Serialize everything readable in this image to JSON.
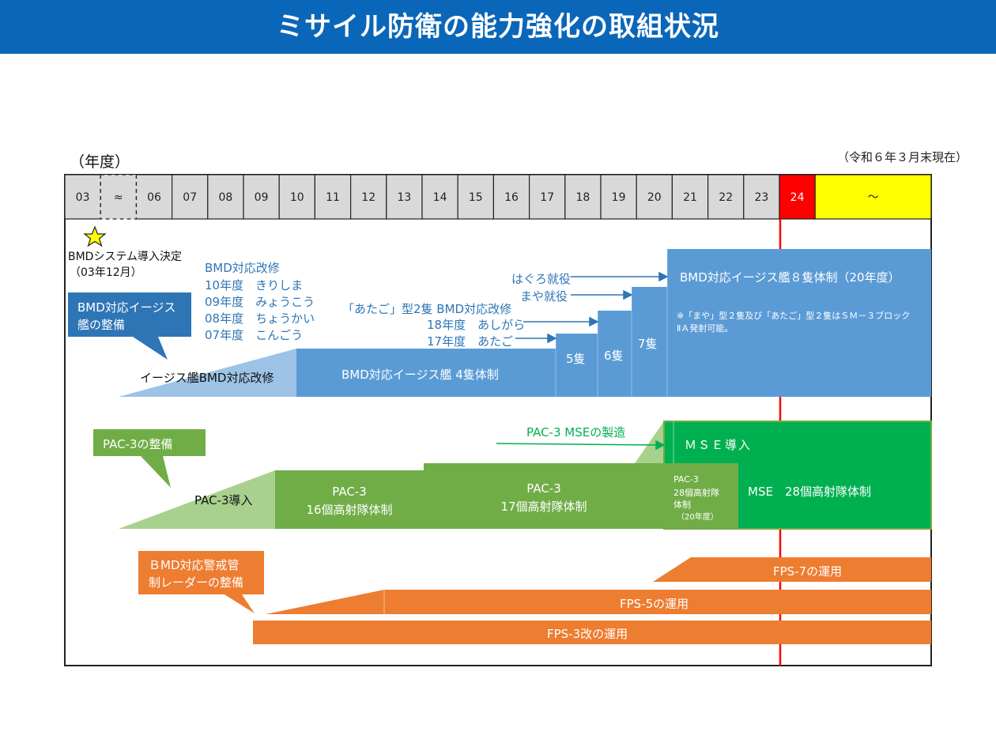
{
  "title": "ミサイル防衛の能力強化の取組状況",
  "unit_label": "（年度）",
  "as_of": "（令和６年３月末現在）",
  "years": [
    "03",
    "≈",
    "06",
    "07",
    "08",
    "09",
    "10",
    "11",
    "12",
    "13",
    "14",
    "15",
    "16",
    "17",
    "18",
    "19",
    "20",
    "21",
    "22",
    "23",
    "24",
    "～"
  ],
  "colors": {
    "header": "#0a66b8",
    "bmd_blue": "#5b9bd5",
    "bmd_text": "#2e75b6",
    "pac_green": "#70ad47",
    "mse_green": "#00b050",
    "radar_orange": "#ed7d31",
    "current_year": "#ff0000",
    "future": "#ffff00"
  },
  "bmd": {
    "milestone_icon": "star-icon",
    "milestone_line1": "BMDシステム導入決定",
    "milestone_line2": "（03年12月）",
    "callout_line1": "BMD対応イージス",
    "callout_line2": "艦の整備",
    "refit_title": "BMD対応改修",
    "refits": [
      "10年度　きりしま",
      "09年度　みょうこう",
      "08年度　ちょうかい",
      "07年度　こんごう"
    ],
    "atago_title": "「あたご」型2隻  BMD対応改修",
    "atago_items": [
      "18年度　あしがら",
      "17年度　あたご"
    ],
    "hull_events": [
      "はぐろ就役",
      "まや就役"
    ],
    "ramp_label": "イージス艦BMD対応改修",
    "four_ships": "BMD対応イージス艦  4隻体制",
    "ships5": "5隻",
    "ships6": "6隻",
    "ships7": "7隻",
    "eight_ships": "BMD対応イージス艦８隻体制（20年度）",
    "note_line1": "※「まや」型２隻及び「あたご」型２隻はＳＭ－３ブロック",
    "note_line2": "ⅡＡ発射可能。"
  },
  "pac": {
    "callout": "PAC-3の整備",
    "ramp_label": "PAC-3導入",
    "block1_line1": "PAC-3",
    "block1_line2": "16個高射隊体制",
    "block2_line1": "PAC-3",
    "block2_line2": "17個高射隊体制",
    "mse_arrow": "PAC-3 MSEの製造",
    "mse_intro": "ＭＳＥ導入",
    "small_line1": "PAC-3",
    "small_line2": "28個高射隊",
    "small_line3": "体制",
    "small_line4": "（20年度）",
    "mse_28": "MSE　28個高射隊体制"
  },
  "radar": {
    "callout_line1": "ＢMD対応警戒管",
    "callout_line2": "制レーダーの整備",
    "fps7": "FPS-7の運用",
    "fps5": "FPS-5の運用",
    "fps3": "FPS-3改の運用"
  }
}
